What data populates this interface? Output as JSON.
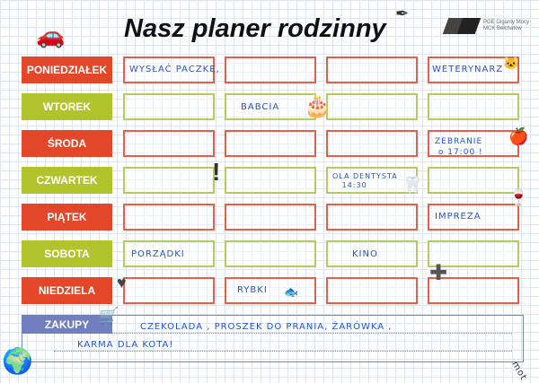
{
  "title": "Nasz planer rodzinny",
  "logo": {
    "line1": "PGE Giganty Mocy",
    "line2": "MCK Bełchatów"
  },
  "days": [
    "PONIEDZIAŁEK",
    "WTOREK",
    "ŚRODA",
    "CZWARTEK",
    "PIĄTEK",
    "SOBOTA",
    "NIEDZIELA"
  ],
  "notes": {
    "mon_c1": "WYSŁAĆ PACZKĘ,",
    "mon_c4": "WETERYNARZ",
    "tue_c2": "BABCIA",
    "wed_c4": "ZEBRANIE\n o 17:00 !",
    "thu_c3": "OLA DENTYSTA\n   14:30",
    "fri_c4": "IMPREZA",
    "sat_c1": "PORZĄDKI",
    "sat_c3": "KINO",
    "sun_c2": "RYBKI"
  },
  "shopping": {
    "label": "ZAKUPY",
    "line1": "CZEKOLADA , PROSZEK DO PRANIA, ŻARÓWKA ,",
    "line2": "KARMA DLA KOTA!"
  },
  "corner_text": "mot"
}
